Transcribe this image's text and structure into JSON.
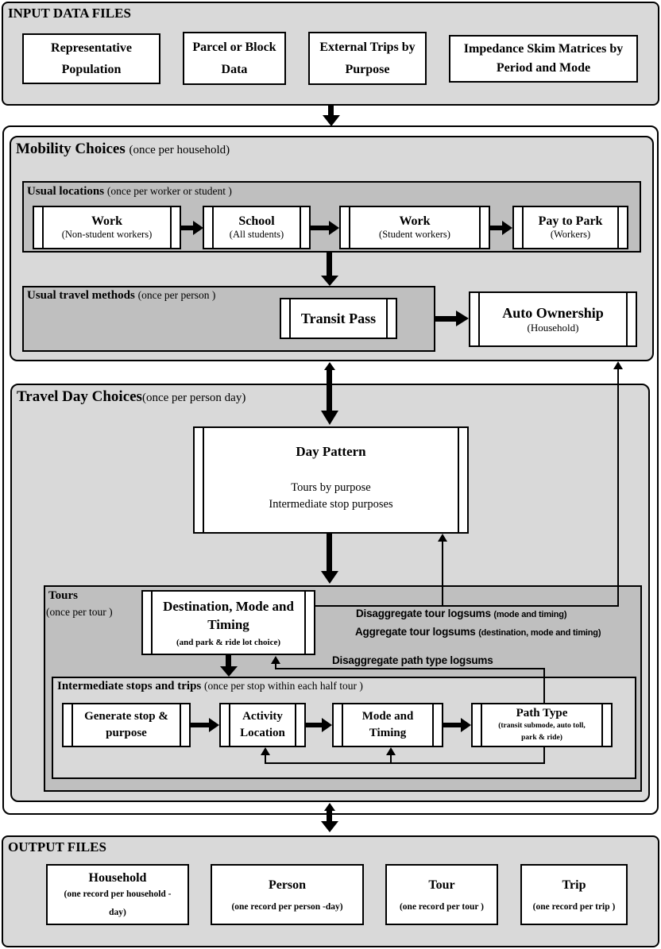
{
  "colors": {
    "section_bg": "#d9d9d9",
    "subsection_bg": "#bfbfbf",
    "box_bg": "#ffffff",
    "line": "#000000"
  },
  "input": {
    "title": "INPUT DATA FILES",
    "boxes": [
      {
        "label": "Representative Population"
      },
      {
        "label": "Parcel or Block Data"
      },
      {
        "label": "External Trips by Purpose"
      },
      {
        "label": "Impedance Skim Matrices by Period and Mode"
      }
    ]
  },
  "mobility": {
    "title": "Mobility Choices",
    "subtitle": "(once per household)",
    "usual_locations": {
      "title": "Usual locations",
      "subtitle": "(once per worker or student )",
      "boxes": [
        {
          "label": "Work",
          "sub": "(Non-student workers)"
        },
        {
          "label": "School",
          "sub": "(All students)"
        },
        {
          "label": "Work",
          "sub": "(Student workers)"
        },
        {
          "label": "Pay to Park",
          "sub": "(Workers)"
        }
      ]
    },
    "usual_travel": {
      "title": "Usual travel methods",
      "subtitle": "(once per person )",
      "transit_pass": "Transit Pass"
    },
    "auto_ownership": {
      "label": "Auto Ownership",
      "sub": "(Household)"
    }
  },
  "travel_day": {
    "title": "Travel Day Choices",
    "subtitle": "(once per person day)",
    "day_pattern": {
      "title": "Day Pattern",
      "line1": "Tours by purpose",
      "line2": "Intermediate stop purposes"
    },
    "tours": {
      "title": "Tours",
      "subtitle": "(once per tour )",
      "destination": {
        "label": "Destination, Mode and Timing",
        "sub": "(and park & ride lot choice)"
      },
      "annotations": {
        "disagg_tour": "Disaggregate tour logsums",
        "disagg_tour_paren": "(mode and timing)",
        "agg_tour": "Aggregate tour logsums",
        "agg_tour_paren": "(destination, mode and timing)",
        "disagg_path": "Disaggregate path type logsums"
      },
      "intermediate": {
        "title": "Intermediate stops and trips",
        "subtitle": "(once per stop within each half tour )",
        "boxes": [
          {
            "label": "Generate stop & purpose"
          },
          {
            "label": "Activity Location"
          },
          {
            "label": "Mode and Timing"
          },
          {
            "label": "Path Type",
            "sub": "(transit submode, auto toll, park & ride)"
          }
        ]
      }
    }
  },
  "output": {
    "title": "OUTPUT FILES",
    "boxes": [
      {
        "label": "Household",
        "sub": "(one record per household - day)"
      },
      {
        "label": "Person",
        "sub": "(one record per person -day)"
      },
      {
        "label": "Tour",
        "sub": "(one record per tour )"
      },
      {
        "label": "Trip",
        "sub": "(one record per trip )"
      }
    ]
  }
}
